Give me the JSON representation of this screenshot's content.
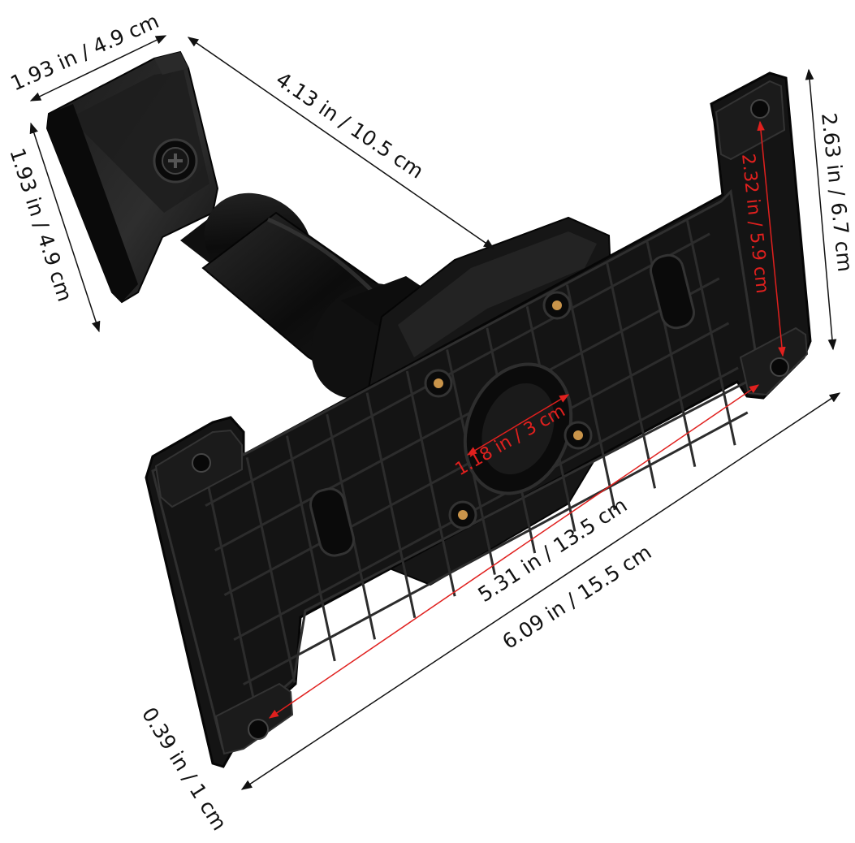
{
  "product_subject": "speaker wall mount bracket",
  "colors": {
    "background": "#ffffff",
    "plastic": "#121212",
    "plastic_edge": "#2c2c2c",
    "plastic_highlight": "#3a3a3a",
    "dimension_line": "#111111",
    "dimension_accent": "#e0201e",
    "insert": "#c9944a"
  },
  "dimensions": {
    "clamp_width": "1.93 in / 4.9 cm",
    "clamp_height": "1.93 in / 4.9 cm",
    "arm_length": "4.13 in / 10.5 cm",
    "plate_height": "2.63 in / 6.7 cm",
    "hole_vertical_spacing": "2.32 in / 5.9 cm",
    "center_hole_diameter": "1.18 in / 3 cm",
    "hole_horizontal_spacing": "5.31 in / 13.5 cm",
    "plate_length": "6.09 in / 15.5 cm",
    "mount_hole_diameter": "0.39 in / 1 cm"
  }
}
